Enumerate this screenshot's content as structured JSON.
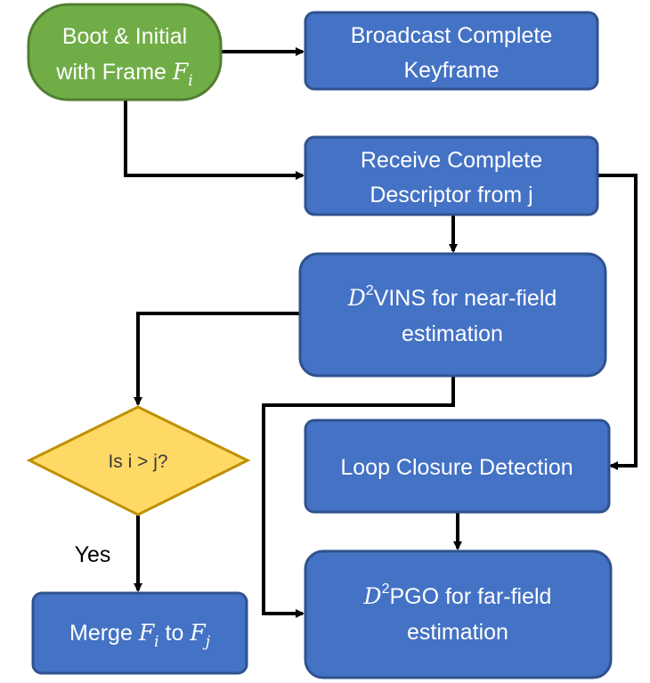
{
  "nodes": {
    "boot": {
      "line1": "Boot & Initial",
      "line2_text": "with Frame ",
      "line2_var": "F",
      "line2_sub": "i"
    },
    "broadcast": {
      "line1": "Broadcast Complete",
      "line2": "Keyframe"
    },
    "receive": {
      "line1": "Receive Complete",
      "line2": "Descriptor from j"
    },
    "vins": {
      "var": "D",
      "sup": "2",
      "line1_rest": "VINS for near-field",
      "line2": "estimation"
    },
    "loop": {
      "label": "Loop Closure Detection"
    },
    "pgo": {
      "var": "D",
      "sup": "2",
      "line1_rest": "PGO for far-field",
      "line2": "estimation"
    },
    "decision": {
      "label": "Is i > j?"
    },
    "merge": {
      "text1": "Merge ",
      "var1": "F",
      "sub1": "i",
      "text2": " to ",
      "var2": "F",
      "sub2": "j"
    }
  },
  "edge_labels": {
    "yes": "Yes"
  },
  "colors": {
    "process_fill": "#4472C4",
    "process_stroke": "#2F528F",
    "start_fill": "#70AD47",
    "start_stroke": "#507E32",
    "decision_fill": "#FFD966",
    "decision_stroke": "#BF9000",
    "edge": "#000000"
  }
}
